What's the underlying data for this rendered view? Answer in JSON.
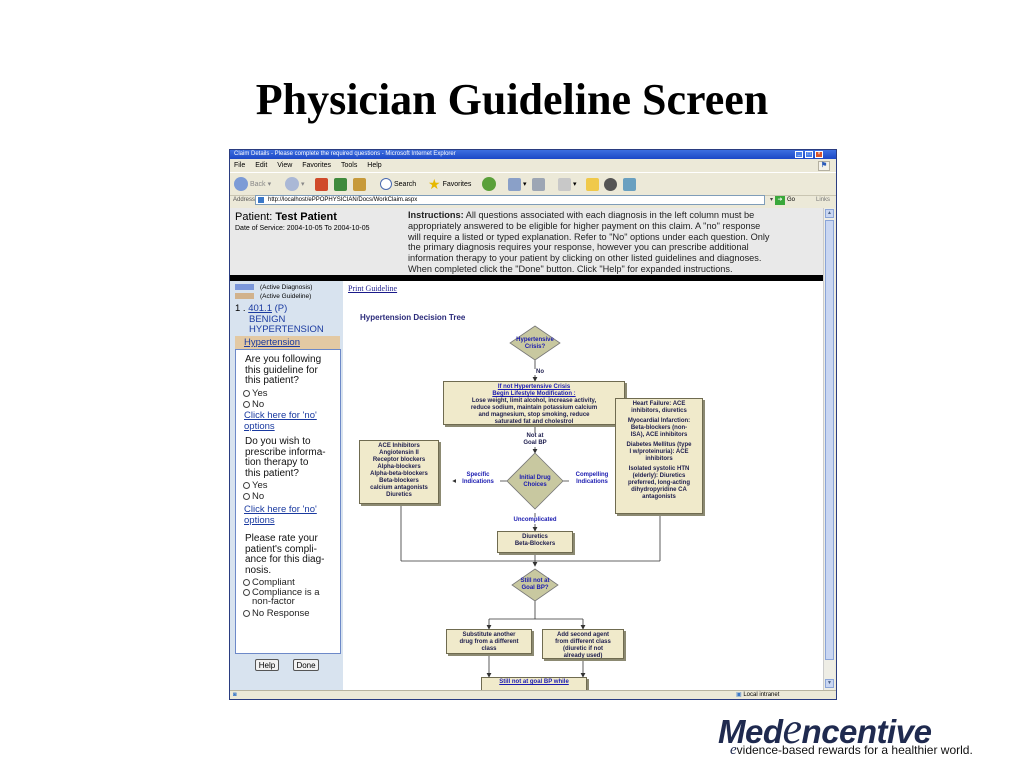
{
  "slide": {
    "title": "Physician Guideline Screen",
    "logo_e": "e",
    "logo_rest": "ncentive",
    "logo_med": "Med",
    "tagline_e": "e",
    "tagline_rest": "vidence-based rewards for a healthier world."
  },
  "browser": {
    "title": "Claim Details - Please complete the required questions - Microsoft Internet Explorer",
    "menu": [
      "File",
      "Edit",
      "View",
      "Favorites",
      "Tools",
      "Help"
    ],
    "toolbar": {
      "back": "Back",
      "search": "Search",
      "favorites": "Favorites"
    },
    "address_label": "Address",
    "address_url": "http://localhost/ePPOPHYSICIAN/Docs/WorkClaim.aspx",
    "go": "Go",
    "links": "Links",
    "status": "Local intranet",
    "accent": "#1c48c6"
  },
  "header": {
    "patient_label": "Patient:",
    "patient_name": "Test Patient",
    "date_of_service": "Date of Service: 2004-10-05 To 2004-10-05",
    "instr_label": "Instructions:",
    "instr_line1": "All questions associated with each diagnosis in the left column must be",
    "instr_line2": "appropriately answered to be eligible for higher payment on this claim. A \"no\" response",
    "instr_line3": "will require a listed or typed explanation. Refer to \"No\" options under each question. Only",
    "instr_line4": "the primary diagnosis requires your response, however you can prescribe additional",
    "instr_line5": "information therapy to your patient by clicking on other listed guidelines and diagnoses.",
    "instr_line6": "When completed click the \"Done\" button. Click \"Help\" for expanded instructions."
  },
  "left": {
    "legend_active_diagnosis": "(Active Diagnosis)",
    "legend_active_guideline": "(Active Guideline)",
    "legend_diag_color": "#7b97da",
    "legend_guide_color": "#d1b28c",
    "diag_number": "1 .",
    "diag_code": "401.1",
    "diag_flag": "(P)",
    "diag_name1": "BENIGN",
    "diag_name2": "HYPERTENSION",
    "guideline_link": "Hypertension",
    "q1_l1": "Are you following",
    "q1_l2": "this guideline for",
    "q1_l3": "this patient?",
    "yes": "Yes",
    "no": "No",
    "noopt_l1": "Click here for 'no'",
    "noopt_l2": "options",
    "q2_l1": "Do you wish to",
    "q2_l2": "prescribe informa-",
    "q2_l3": "tion therapy to",
    "q2_l4": "this patient?",
    "q3_l1": "Please rate your",
    "q3_l2": "patient's compli-",
    "q3_l3": "ance for this diag-",
    "q3_l4": "nosis.",
    "compliant": "Compliant",
    "nonfactor_l1": "Compliance is a",
    "nonfactor_l2": "non-factor",
    "noresponse": "No Response",
    "help": "Help",
    "done": "Done"
  },
  "tree": {
    "print": "Print Guideline",
    "title": "Hypertension Decision Tree",
    "crisis_l1": "Hypertensive",
    "crisis_l2": "Crisis?",
    "no_label": "No",
    "lifestyle_l1": "If not Hypertensive Crisis",
    "lifestyle_l2": "Begin Lifestyle Modification :",
    "lifestyle_l3": "Lose weight, limit alcohol, increase activity,",
    "lifestyle_l4": "reduce sodium, maintain potassium calcium",
    "lifestyle_l5": "and magnesium, stop smoking, reduce",
    "lifestyle_l6": "saturated fat and cholestrol",
    "notat_l1": "Not at",
    "notat_l2": "Goal BP",
    "initial_l1": "Initial Drug",
    "initial_l2": "Choices",
    "specific_l1": "Specific",
    "specific_l2": "Indications",
    "compelling_l1": "Compelling",
    "compelling_l2": "Indications",
    "specific_box": [
      "ACE Inhibitors",
      "Angiotensin II",
      "Receptor blockers",
      "Alpha-blockers",
      "Alpha-beta-blockers",
      "Beta-blockers",
      "calcium antagonists",
      "Diuretics"
    ],
    "compelling_box": [
      "Heart Failure: ACE",
      "inhibitors, diuretics",
      "",
      "Myocardial Infarction:",
      "Beta-blockers (non-",
      "ISA), ACE inhibitors",
      "",
      "Diabetes Mellitus (type",
      "I w/proteinuria): ACE",
      "inhibitors",
      "",
      "Isolated systolic HTN",
      "(elderly): Diuretics",
      "preferred, long-acting",
      "dihydropyridine CA",
      "antagonists"
    ],
    "uncomplicated": "Uncomplicated",
    "diuretics_l1": "Diuretics",
    "diuretics_l2": "Beta-Blockers",
    "stillnot_l1": "Still not at",
    "stillnot_l2": "Goal BP?",
    "substitute_l1": "Substitute another",
    "substitute_l2": "drug from a different",
    "substitute_l3": "class",
    "addsecond_l1": "Add second agent",
    "addsecond_l2": "from different class",
    "addsecond_l3": "(diuretic if not",
    "addsecond_l4": "already used)",
    "stillgoal": "Still not at goal BP while"
  }
}
